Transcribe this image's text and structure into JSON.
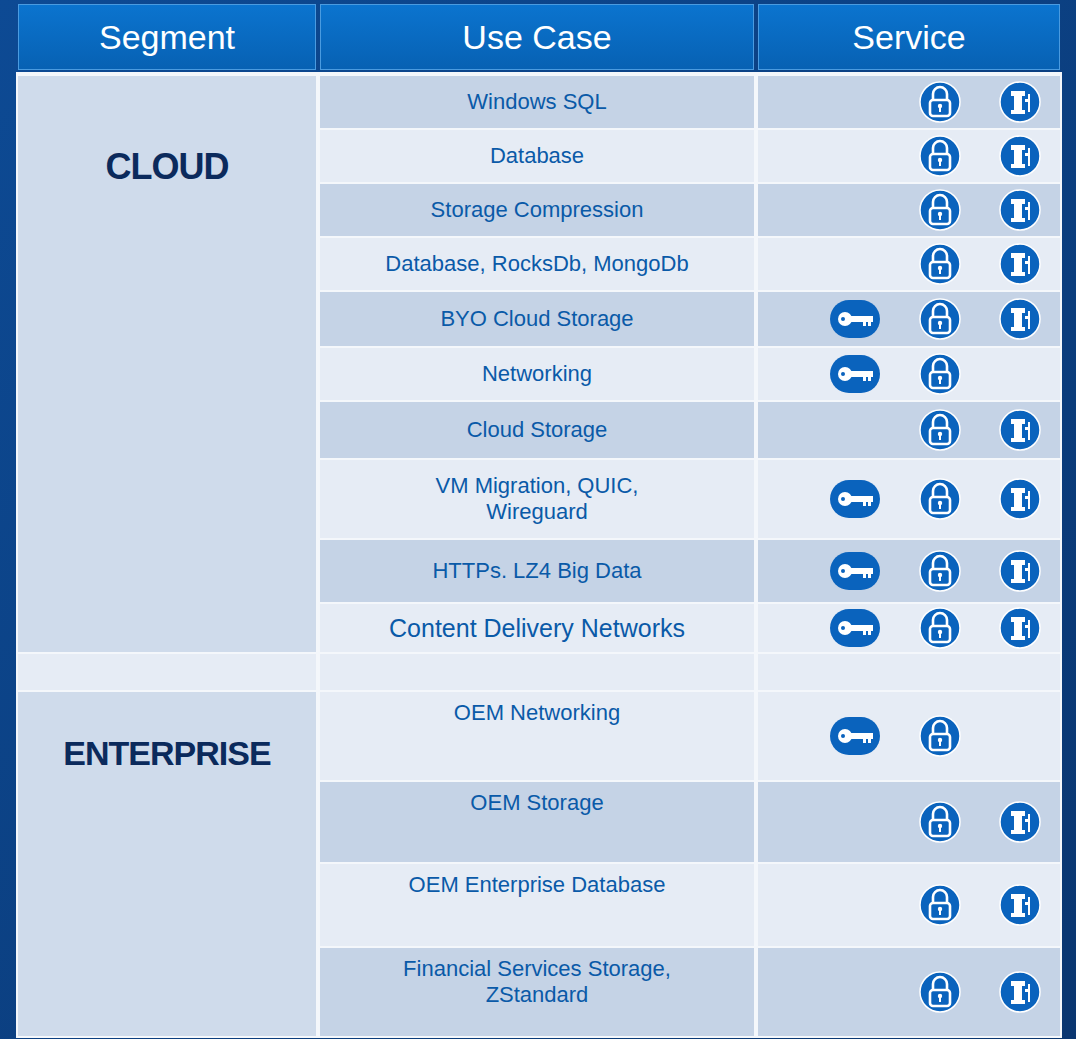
{
  "diagram": {
    "labels": [
      "Segment",
      "Use Case",
      "Service",
      "CLOUD",
      "Windows SQL",
      "Database",
      "Storage Compression",
      "Database, RocksDb, MongoDb",
      "BYO Cloud Storage",
      "Networking",
      "Cloud Storage",
      "VM Migration, QUIC, Wireguard",
      "HTTPs. LZ4 Big Data",
      "Content Delivery Networks",
      "ENTERPRISE",
      "OEM Networking",
      "OEM Storage",
      "OEM Enterprise Database",
      "Financial Services Storage, ZStandard"
    ]
  }
}
